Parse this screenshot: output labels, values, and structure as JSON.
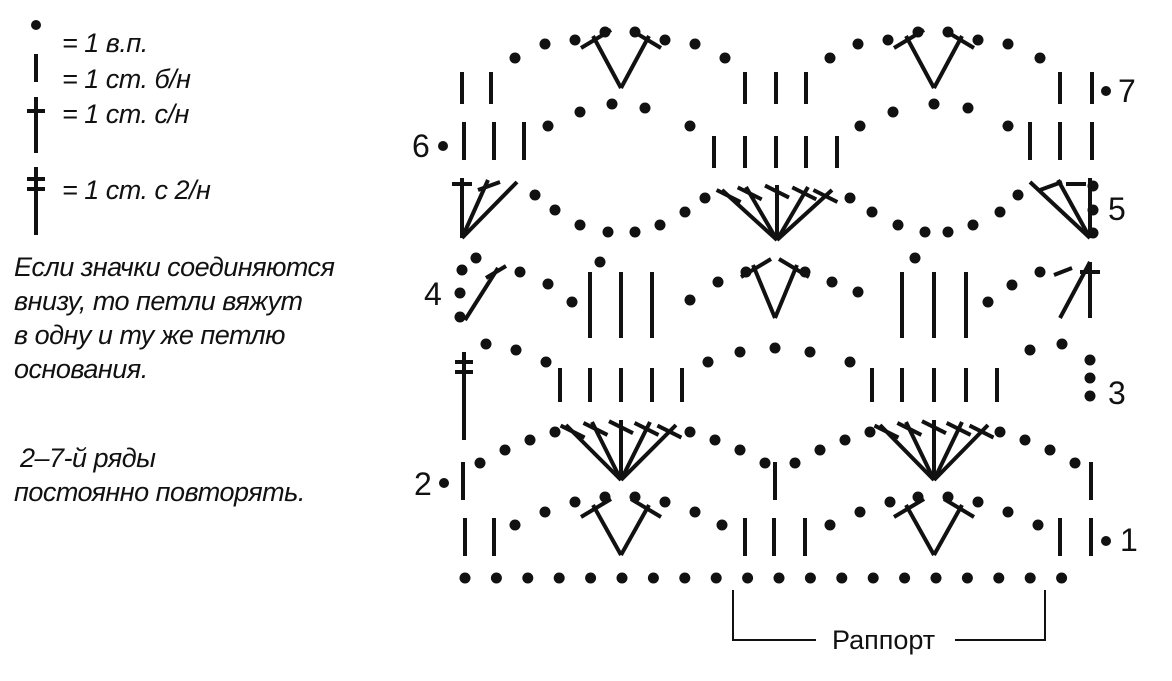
{
  "legend": [
    {
      "symbol": "chain-stitch-icon",
      "text": "= 1 в.п."
    },
    {
      "symbol": "single-crochet-icon",
      "text": "= 1 ст. б/н"
    },
    {
      "symbol": "double-crochet-icon",
      "text": "= 1 ст. с/н"
    },
    {
      "symbol": "treble-crochet-icon",
      "text": "= 1 ст. с 2/н"
    }
  ],
  "note_join": [
    "Если значки соединяются",
    "внизу, то петли вяжут",
    "в одну и ту же петлю",
    "основания."
  ],
  "note_repeat": [
    "2–7-й ряды",
    "постоянно повторять."
  ],
  "rows": [
    "1",
    "2",
    "3",
    "4",
    "5",
    "6",
    "7"
  ],
  "rapport_label": "Раппорт",
  "colors": {
    "ink": "#111111",
    "background": "#ffffff"
  }
}
